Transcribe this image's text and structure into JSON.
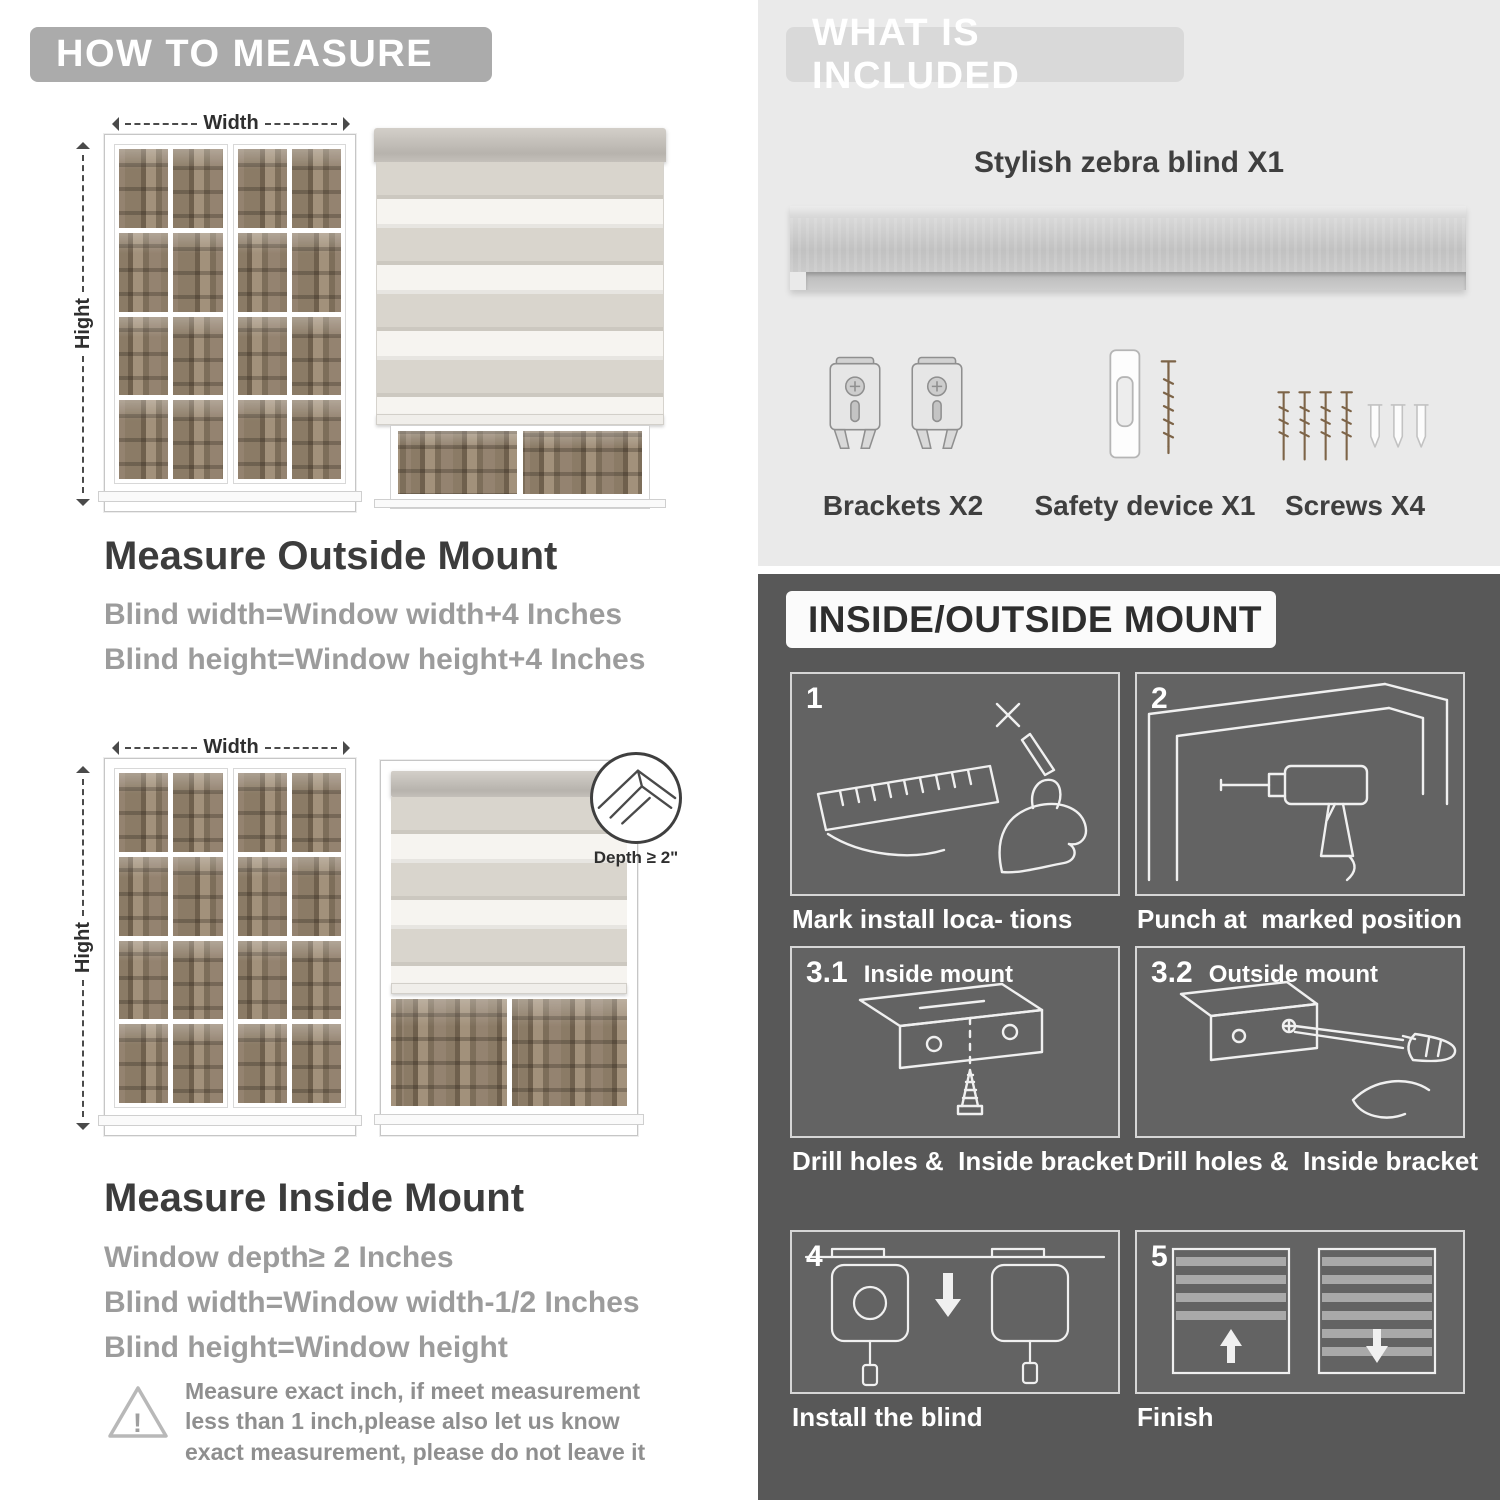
{
  "colors": {
    "left_header_bg": "#ababab",
    "right_header_bg": "#d9d9d9",
    "included_bg": "#eaeaea",
    "mount_bg": "#585858",
    "text_dark": "#3c3c3c",
    "text_gray": "#9c9c9c"
  },
  "labels": {
    "width": "Width",
    "height": "Hight",
    "depth": "Depth ≥ 2\""
  },
  "left": {
    "header": "HOW TO MEASURE",
    "outside_title": "Measure Outside Mount",
    "outside_line1": "Blind width=Window width+4 Inches",
    "outside_line2": "Blind height=Window height+4 Inches",
    "inside_title": "Measure Inside Mount",
    "inside_line1": "Window depth≥ 2 Inches",
    "inside_line2": "Blind width=Window width-1/2 Inches",
    "inside_line3": "Blind height=Window height",
    "warning_mark": "!",
    "note": "Measure exact inch, if meet measurement less than 1 inch,please also let us know exact measurement, please do not leave it"
  },
  "right": {
    "included_header": "WHAT IS INCLUDED",
    "blind_label": "Stylish zebra blind X1",
    "items": [
      {
        "label": "Brackets X2"
      },
      {
        "label": "Safety device X1"
      },
      {
        "label": "Screws X4"
      }
    ],
    "mount_header": "INSIDE/OUTSIDE MOUNT",
    "steps": [
      {
        "num": "1",
        "label": "",
        "caption": "Mark install loca- tions"
      },
      {
        "num": "2",
        "label": "",
        "caption": "Punch at  marked position"
      },
      {
        "num": "3.1",
        "label": "Inside mount",
        "caption": "Drill holes &  Inside bracket"
      },
      {
        "num": "3.2",
        "label": "Outside mount",
        "caption": "Drill holes &  Inside bracket"
      },
      {
        "num": "4",
        "label": "",
        "caption": "Install the blind"
      },
      {
        "num": "5",
        "label": "",
        "caption": "Finish"
      }
    ]
  }
}
